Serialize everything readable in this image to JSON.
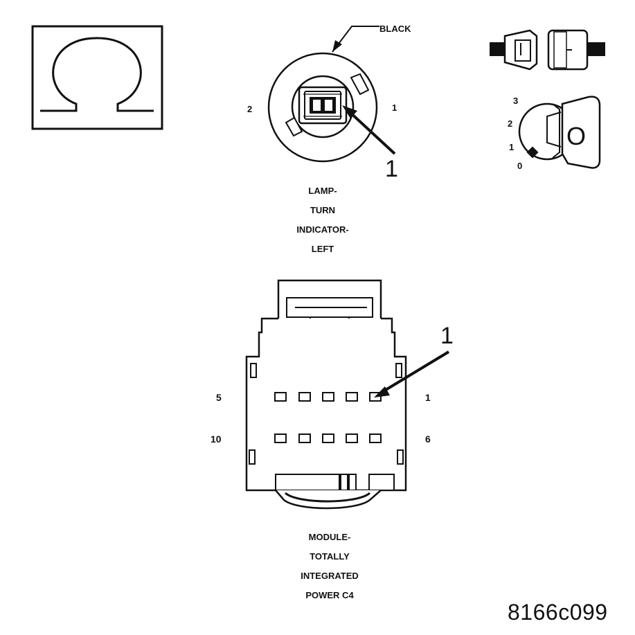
{
  "ohm_symbol": {
    "icon": "ohm-icon"
  },
  "lamp_connector": {
    "color_label": "BLACK",
    "pin_left": "2",
    "pin_right": "1",
    "callout": "1",
    "title_lines": [
      "LAMP-",
      "TURN",
      "INDICATOR-",
      "LEFT"
    ]
  },
  "key_switch": {
    "icon": "ignition-key-icon",
    "positions": [
      "3",
      "2",
      "1",
      "0"
    ],
    "key_label": "O"
  },
  "module_connector": {
    "callout": "1",
    "pin_top_left": "5",
    "pin_top_right": "1",
    "pin_bottom_left": "10",
    "pin_bottom_right": "6",
    "title_lines": [
      "MODULE-",
      "TOTALLY",
      "INTEGRATED",
      "POWER C4"
    ]
  },
  "figure_code": "8166c099"
}
